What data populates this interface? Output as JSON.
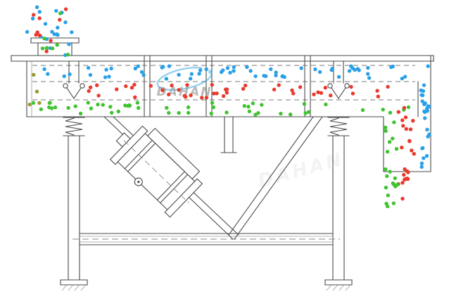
{
  "watermark": {
    "brand": "DAHAN"
  },
  "colors": {
    "blue": "#2aa0e8",
    "red": "#e83a2c",
    "green": "#3fc32f",
    "olive": "#9a9a30",
    "accent": "#2da3e0"
  },
  "particles": {
    "radius": 2.7,
    "zones": [
      {
        "name": "feed-stream-blue",
        "color": "blue",
        "x": [
          32,
          114
        ],
        "y": [
          6,
          80
        ],
        "count": 20,
        "seed": 11
      },
      {
        "name": "feed-stream-red",
        "color": "red",
        "x": [
          40,
          112
        ],
        "y": [
          12,
          80
        ],
        "count": 9,
        "seed": 22
      },
      {
        "name": "feed-stream-green",
        "color": "green",
        "x": [
          46,
          110
        ],
        "y": [
          18,
          80
        ],
        "count": 7,
        "seed": 33
      },
      {
        "name": "top-deck-coarse-blue",
        "color": "blue",
        "x": [
          46,
          590
        ],
        "y": [
          94,
          112
        ],
        "count": 60,
        "seed": 44
      },
      {
        "name": "mid-deck-medium-red",
        "color": "red",
        "x": [
          98,
          590
        ],
        "y": [
          120,
          139
        ],
        "count": 44,
        "seed": 55
      },
      {
        "name": "bottom-deck-fine-green",
        "color": "green",
        "x": [
          46,
          592
        ],
        "y": [
          146,
          163
        ],
        "count": 50,
        "seed": 66
      },
      {
        "name": "left-wall-olive",
        "color": "olive",
        "x": [
          40,
          58
        ],
        "y": [
          104,
          158
        ],
        "count": 4,
        "seed": 77
      },
      {
        "name": "discharge-blue",
        "color": "blue",
        "x": [
          598,
          610
        ],
        "y": [
          94,
          240
        ],
        "count": 26,
        "seed": 88
      },
      {
        "name": "discharge-red",
        "color": "red",
        "x": [
          566,
          589
        ],
        "y": [
          144,
          288
        ],
        "count": 24,
        "seed": 99
      },
      {
        "name": "discharge-green",
        "color": "green",
        "x": [
          546,
          565
        ],
        "y": [
          166,
          297
        ],
        "count": 20,
        "seed": 110
      }
    ]
  }
}
